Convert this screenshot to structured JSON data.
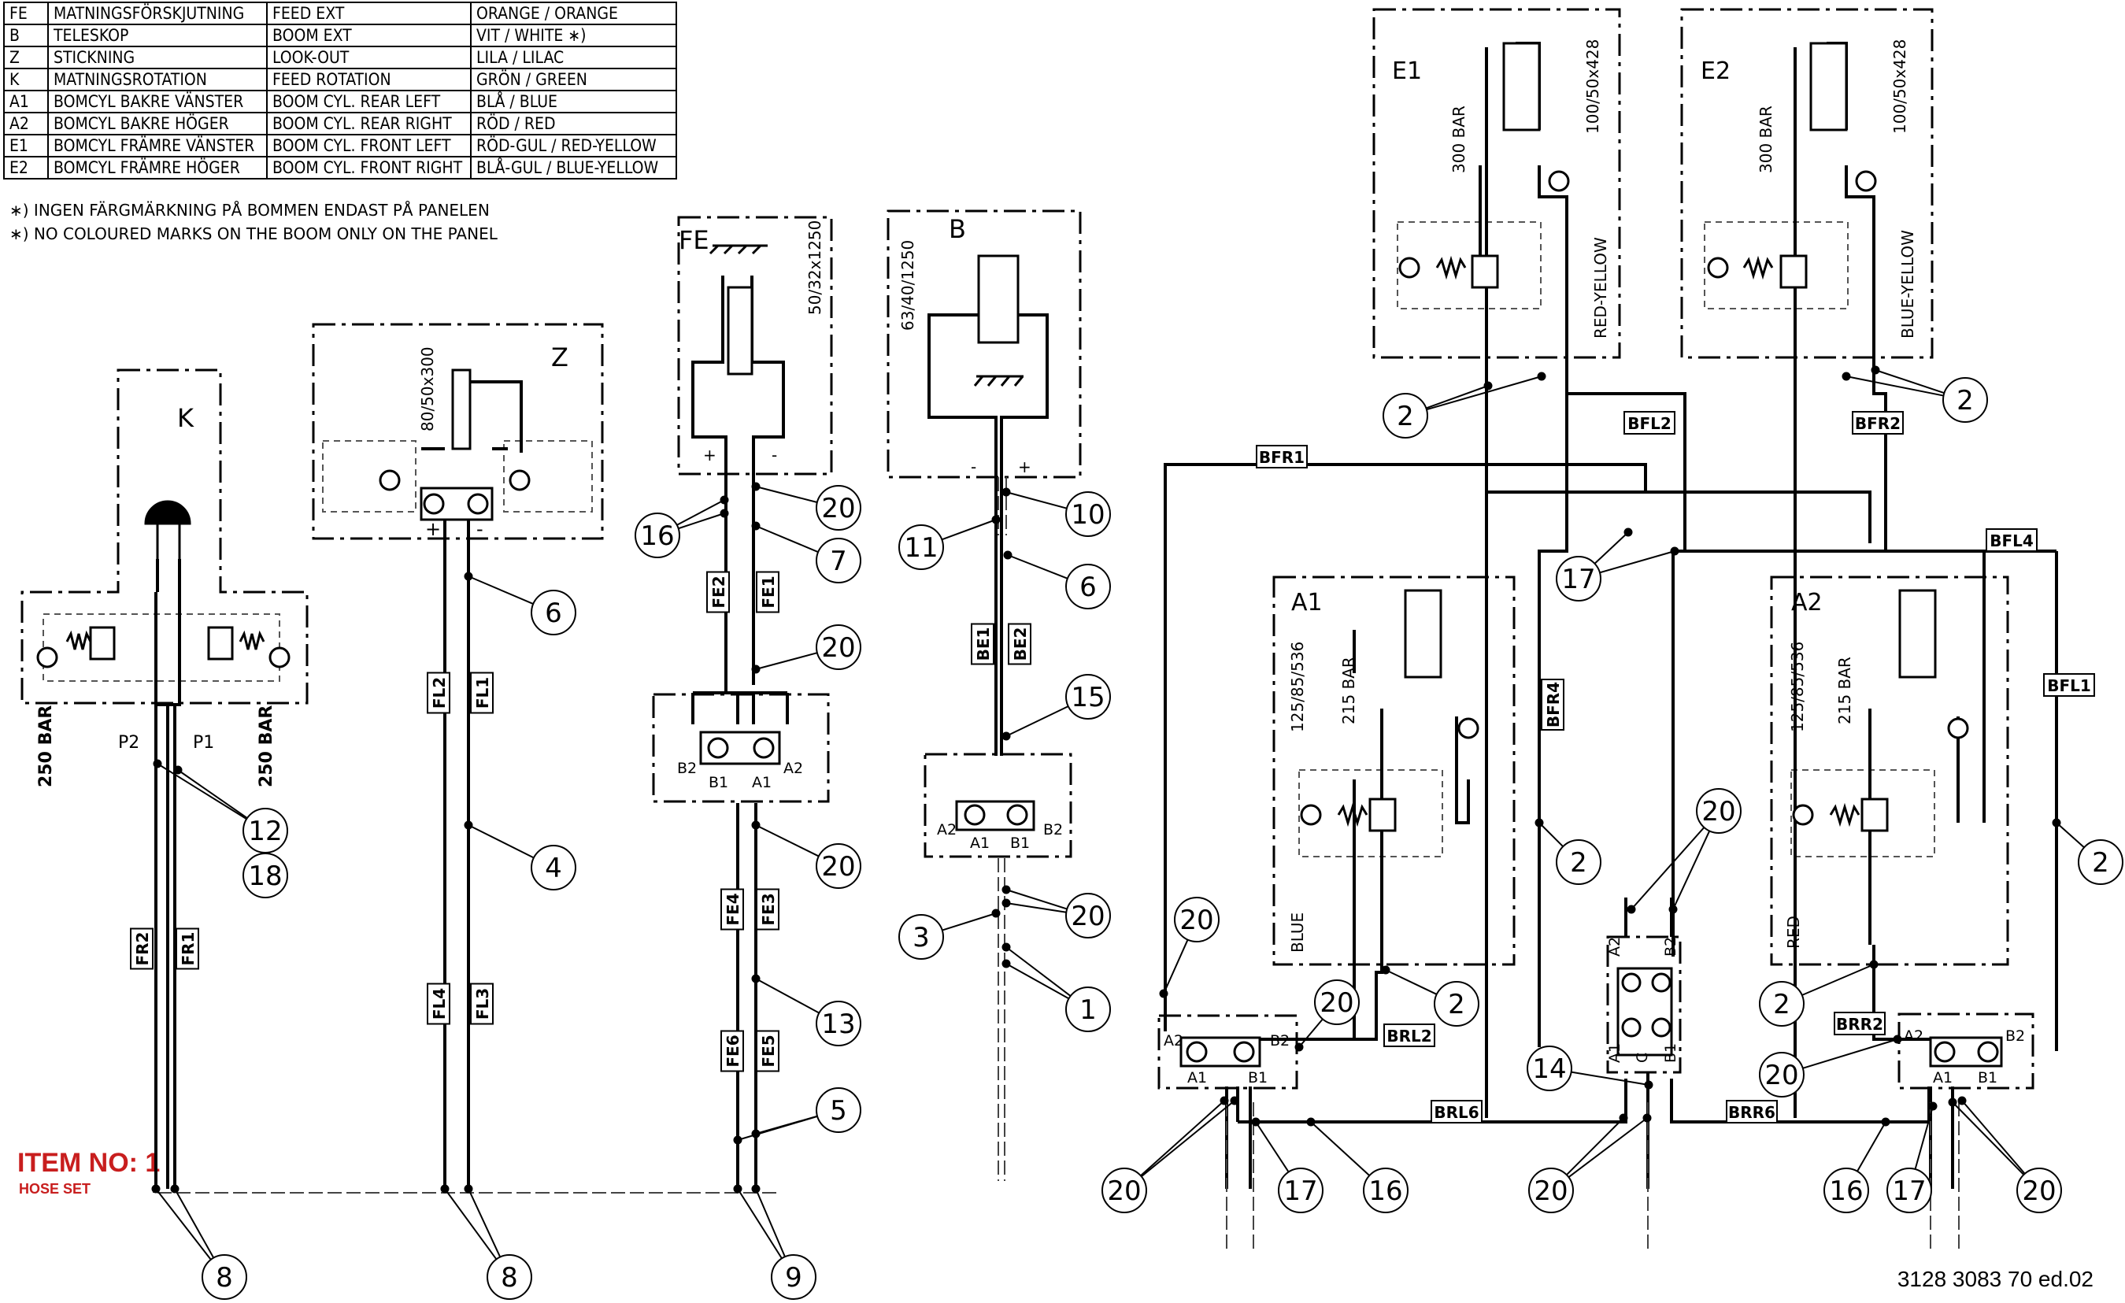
{
  "legend": [
    {
      "code": "FE",
      "sv": "MATNINGSFÖRSKJUTNING",
      "en": "FEED EXT",
      "color": "ORANGE / ORANGE"
    },
    {
      "code": "B",
      "sv": "TELESKOP",
      "en": "BOOM EXT",
      "color": "VIT / WHITE ∗)"
    },
    {
      "code": "Z",
      "sv": "STICKNING",
      "en": "LOOK-OUT",
      "color": "LILA / LILAC"
    },
    {
      "code": "K",
      "sv": "MATNINGSROTATION",
      "en": "FEED ROTATION",
      "color": "GRÖN / GREEN"
    },
    {
      "code": "A1",
      "sv": "BOMCYL BAKRE VÄNSTER",
      "en": "BOOM CYL. REAR LEFT",
      "color": "BLÅ / BLUE"
    },
    {
      "code": "A2",
      "sv": "BOMCYL BAKRE HÖGER",
      "en": "BOOM CYL. REAR RIGHT",
      "color": "RÖD / RED"
    },
    {
      "code": "E1",
      "sv": "BOMCYL FRÄMRE VÄNSTER",
      "en": "BOOM CYL. FRONT LEFT",
      "color": "RÖD-GUL / RED-YELLOW"
    },
    {
      "code": "E2",
      "sv": "BOMCYL FRÄMRE HÖGER",
      "en": "BOOM CYL. FRONT RIGHT",
      "color": "BLÅ-GUL / BLUE-YELLOW"
    }
  ],
  "notes": {
    "sv": "∗) INGEN FÄRGMÄRKNING PÅ BOMMEN ENDAST PÅ PANELEN",
    "en": "∗) NO COLOURED MARKS ON THE BOOM ONLY ON THE PANEL"
  },
  "item": {
    "label": "ITEM NO: 1",
    "sub": "HOSE SET"
  },
  "doc_number": "3128 3083 70 ed.02",
  "units": {
    "K": {
      "name": "K",
      "relief_left": "250 BAR",
      "relief_right": "250 BAR",
      "port_left": "P2",
      "port_right": "P1"
    },
    "Z": {
      "name": "Z",
      "cyl": "80/50x300",
      "plus": "+",
      "minus": "-"
    },
    "FE": {
      "name": "FE",
      "cyl": "50/32x1250",
      "plus": "+",
      "minus": "-"
    },
    "B": {
      "name": "B",
      "cyl": "63/40/1250",
      "plus": "+",
      "minus": "-"
    },
    "E1": {
      "name": "E1",
      "cyl": "100/50x428",
      "bar": "300 BAR",
      "color": "RED-YELLOW"
    },
    "E2": {
      "name": "E2",
      "cyl": "100/50x428",
      "bar": "300 BAR",
      "color": "BLUE-YELLOW"
    },
    "A1": {
      "name": "A1",
      "cyl": "125/85/536",
      "bar": "215 BAR",
      "color": "BLUE"
    },
    "A2": {
      "name": "A2",
      "cyl": "125/85/536",
      "bar": "215 BAR",
      "color": "RED"
    }
  },
  "hose_labels": [
    "FR2",
    "FR1",
    "FL2",
    "FL1",
    "FL4",
    "FL3",
    "FE2",
    "FE1",
    "FE4",
    "FE3",
    "FE6",
    "FE5",
    "BE1",
    "BE2",
    "BFR1",
    "BFL2",
    "BFR2",
    "BFL4",
    "BFR4",
    "BFL1",
    "BRL2",
    "BRR2",
    "BRL6",
    "BRR6"
  ],
  "port_labels": [
    "A2",
    "B2",
    "A1",
    "B1",
    "C"
  ],
  "callouts": [
    "2",
    "20",
    "16",
    "7",
    "12",
    "18",
    "6",
    "4",
    "13",
    "5",
    "8",
    "9",
    "10",
    "11",
    "15",
    "3",
    "1",
    "14",
    "17"
  ]
}
